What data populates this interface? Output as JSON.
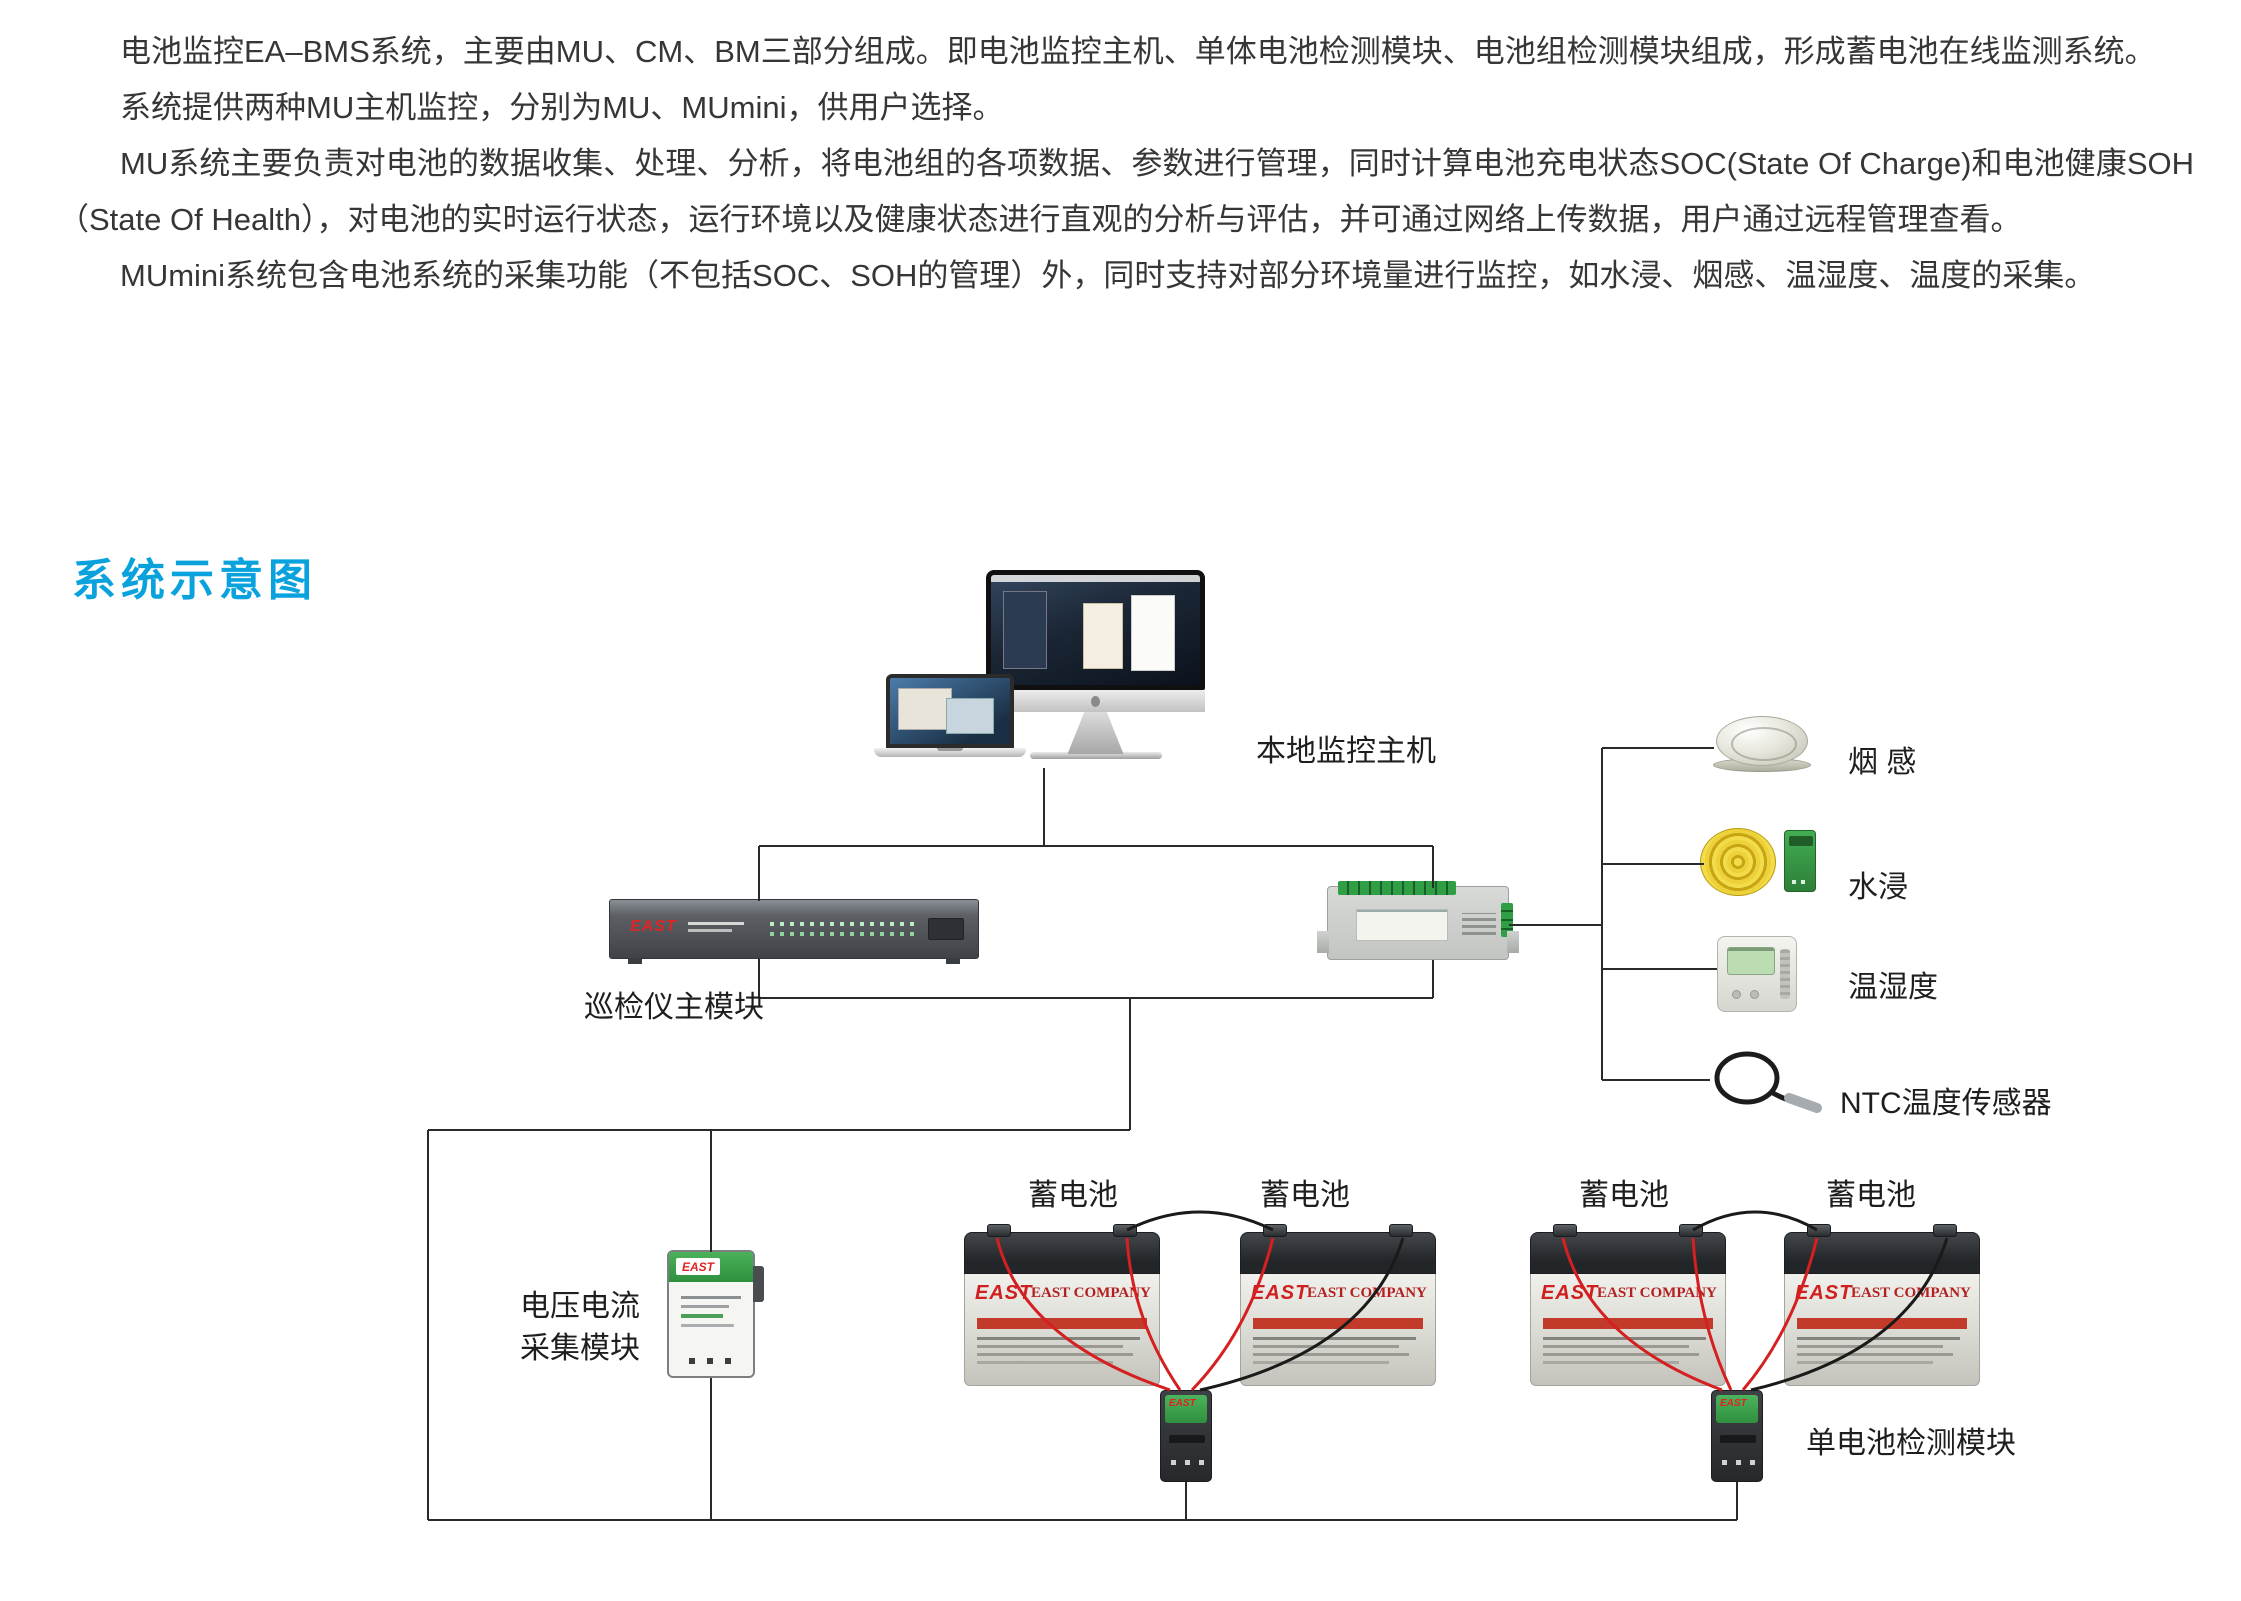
{
  "intro": {
    "p1": "电池监控EA–BMS系统，主要由MU、CM、BM三部分组成。即电池监控主机、单体电池检测模块、电池组检测模块组成，形成蓄电池在线监测系统。",
    "p2": "系统提供两种MU主机监控，分别为MU、MUmini，供用户选择。",
    "p3": "MU系统主要负责对电池的数据收集、处理、分析，将电池组的各项数据、参数进行管理，同时计算电池充电状态SOC(State Of Charge)和电池健康SOH（State Of Health），对电池的实时运行状态，运行环境以及健康状态进行直观的分析与评估，并可通过网络上传数据，用户通过远程管理查看。",
    "p4": "MUmini系统包含电池系统的采集功能（不包括SOC、SOH的管理）外，同时支持对部分环境量进行监控，如水浸、烟感、温湿度、温度的采集。"
  },
  "section_title": "系统示意图",
  "colors": {
    "accent": "#09a2dd",
    "brand_red": "#e02424",
    "module_green": "#2f8f3e",
    "line": "#2a2a2a"
  },
  "diagram": {
    "labels": {
      "host": "本地监控主机",
      "inspection_module": "巡检仪主模块",
      "smoke": "烟 感",
      "water": "水浸",
      "temp_humidity": "温湿度",
      "ntc": "NTC温度传感器",
      "battery": "蓄电池",
      "voltage_module_line1": "电压电流",
      "voltage_module_line2": "采集模块",
      "single_battery_module": "单电池检测模块"
    },
    "devices": {
      "rack_brand": "EAST",
      "module_brand": "EAST",
      "battery_brand": "EAST",
      "battery_company": "EAST COMPANY"
    }
  }
}
